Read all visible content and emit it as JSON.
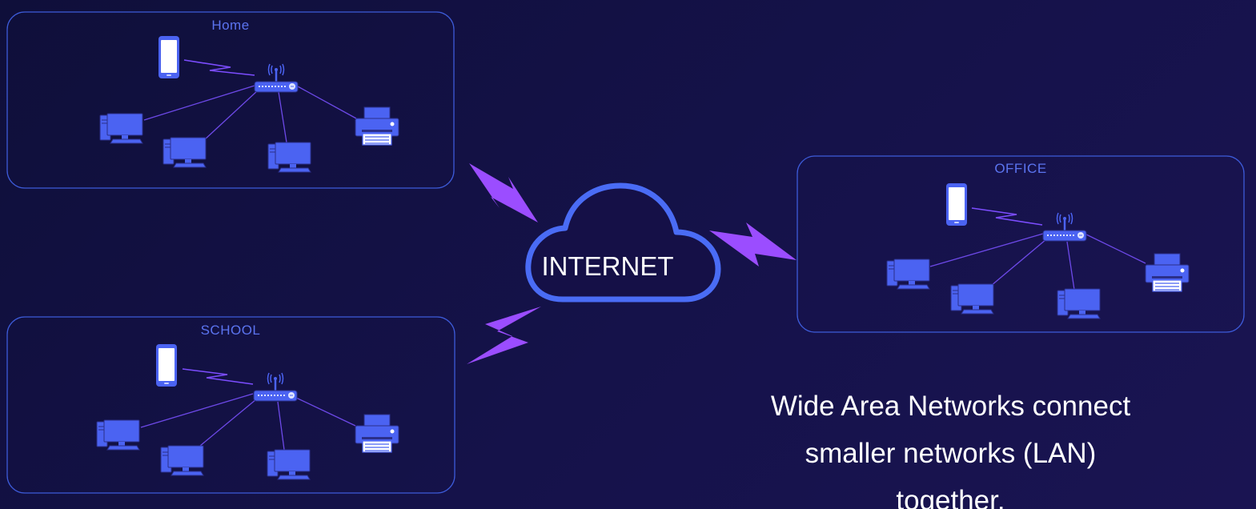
{
  "networks": [
    {
      "label": "Home"
    },
    {
      "label": "SCHOOL"
    },
    {
      "label": "OFFICE"
    }
  ],
  "cloud": {
    "label": "INTERNET"
  },
  "caption": {
    "lines": [
      "Wide Area Networks connect",
      "smaller networks (LAN)",
      "together."
    ]
  },
  "colors": {
    "background": "#12103f",
    "box_border": "#3d5bd9",
    "device_blue": "#4b63f2",
    "link_purple": "#7c4dff",
    "lightning": "#9b4dff",
    "cloud_stroke": "#4a6cf5"
  },
  "icons": [
    "smartphone-icon",
    "router-icon",
    "desktop-computer-icon",
    "printer-icon",
    "lightning-bolt-icon",
    "cloud-icon"
  ]
}
